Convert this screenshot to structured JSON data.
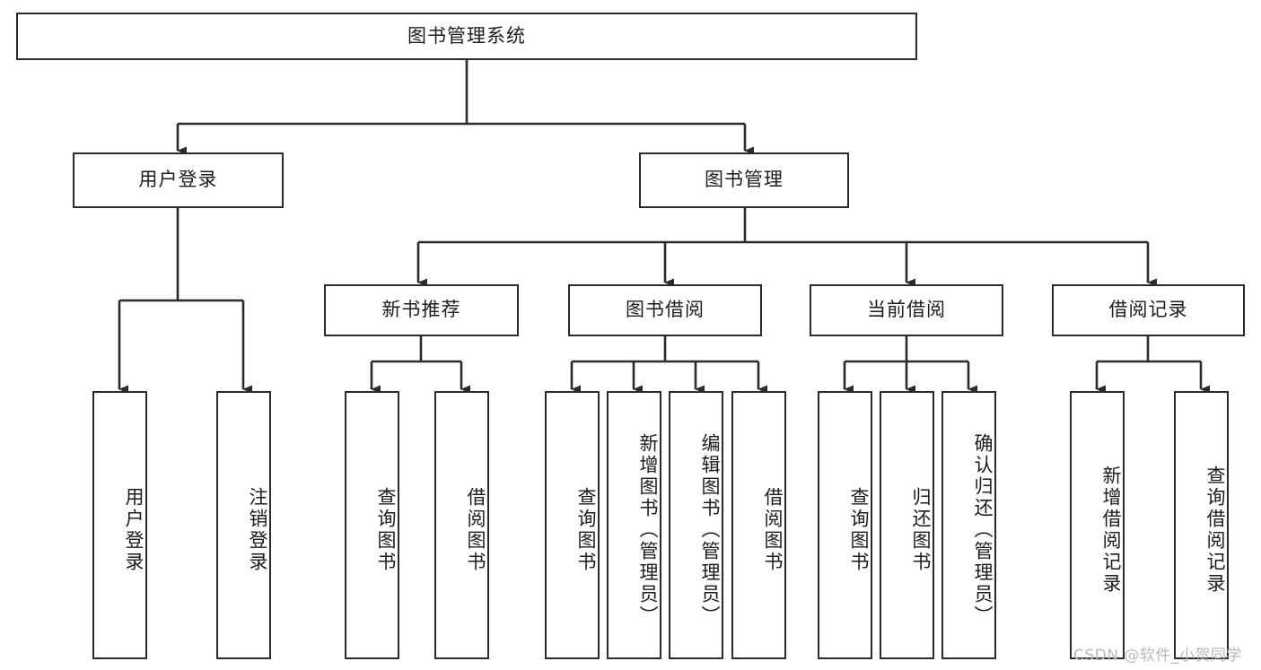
{
  "diagram": {
    "type": "hierarchy-tree",
    "title": "图书管理系统",
    "watermark": "CSDN @软件_小贺同学",
    "colors": {
      "stroke": "#2b2b2b",
      "fill": "#ffffff",
      "text": "#1c1c1c",
      "watermark": "#b9b9b9"
    },
    "levels": {
      "root": "图书管理系统",
      "level2": [
        "用户登录",
        "图书管理"
      ],
      "level3": [
        "新书推荐",
        "图书借阅",
        "当前借阅",
        "借阅记录"
      ]
    },
    "nodes": {
      "root": {
        "label": "图书管理系统"
      },
      "user_login": {
        "label": "用户登录"
      },
      "book_manage": {
        "label": "图书管理"
      },
      "new_book_rec": {
        "label": "新书推荐"
      },
      "book_borrow": {
        "label": "图书借阅"
      },
      "current_borrow": {
        "label": "当前借阅"
      },
      "borrow_record": {
        "label": "借阅记录"
      },
      "leaf_user_login": {
        "label": "用户登录"
      },
      "leaf_logout": {
        "label": "注销登录"
      },
      "leaf_query_book_1": {
        "label": "查询图书"
      },
      "leaf_borrow_book_1": {
        "label": "借阅图书"
      },
      "leaf_query_book_2": {
        "label": "查询图书"
      },
      "leaf_add_book": {
        "label": "新增图书（管理员）"
      },
      "leaf_edit_book": {
        "label": "编辑图书（管理员）"
      },
      "leaf_borrow_book_2": {
        "label": "借阅图书"
      },
      "leaf_query_book_3": {
        "label": "查询图书"
      },
      "leaf_return_book": {
        "label": "归还图书"
      },
      "leaf_confirm_return": {
        "label": "确认归还（管理员）"
      },
      "leaf_add_record": {
        "label": "新增借阅记录"
      },
      "leaf_query_record": {
        "label": "查询借阅记录"
      }
    },
    "edges": [
      {
        "from": "root",
        "to": "用户登录"
      },
      {
        "from": "root",
        "to": "图书管理"
      },
      {
        "from": "用户登录",
        "to": "用户登录"
      },
      {
        "from": "用户登录",
        "to": "注销登录"
      },
      {
        "from": "图书管理",
        "to": "新书推荐"
      },
      {
        "from": "图书管理",
        "to": "图书借阅"
      },
      {
        "from": "图书管理",
        "to": "当前借阅"
      },
      {
        "from": "图书管理",
        "to": "借阅记录"
      },
      {
        "from": "新书推荐",
        "to": "查询图书"
      },
      {
        "from": "新书推荐",
        "to": "借阅图书"
      },
      {
        "from": "图书借阅",
        "to": "查询图书"
      },
      {
        "from": "图书借阅",
        "to": "新增图书（管理员）"
      },
      {
        "from": "图书借阅",
        "to": "编辑图书（管理员）"
      },
      {
        "from": "图书借阅",
        "to": "借阅图书"
      },
      {
        "from": "当前借阅",
        "to": "查询图书"
      },
      {
        "from": "当前借阅",
        "to": "归还图书"
      },
      {
        "from": "当前借阅",
        "to": "确认归还（管理员）"
      },
      {
        "from": "借阅记录",
        "to": "新增借阅记录"
      },
      {
        "from": "借阅记录",
        "to": "查询借阅记录"
      }
    ]
  }
}
